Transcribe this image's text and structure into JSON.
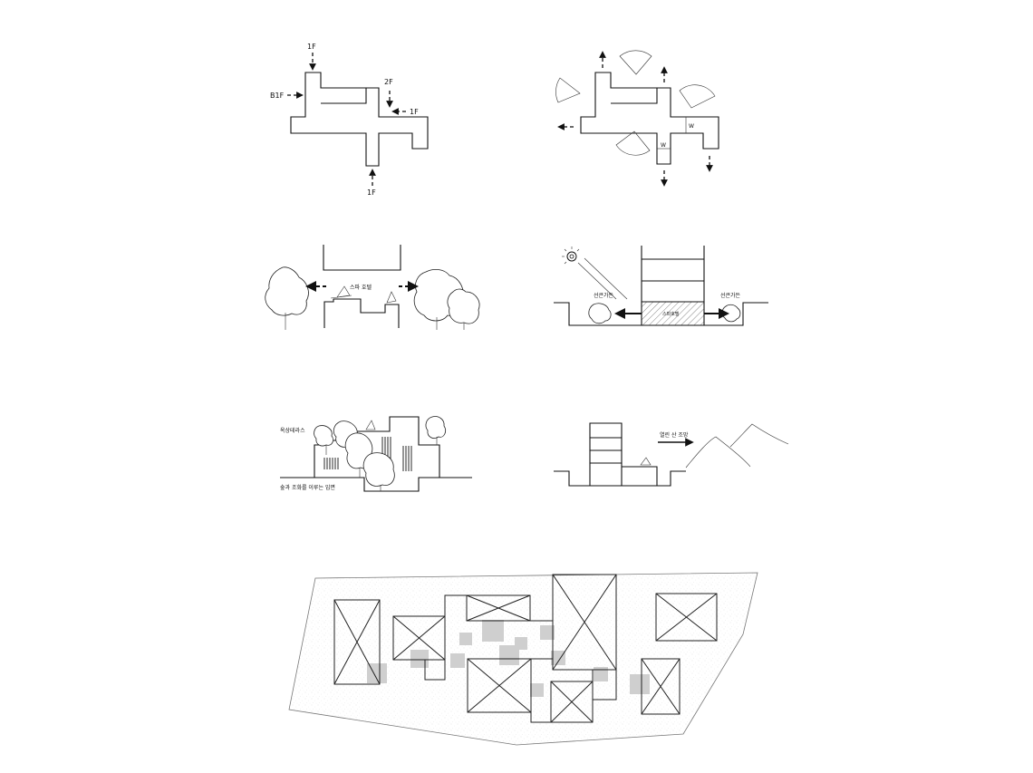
{
  "diagram1": {
    "labels": {
      "top": "1F",
      "left": "B1F",
      "second": "2F",
      "right": "1F",
      "bottom": "1F"
    }
  },
  "diagram2": {
    "labels": {
      "w1": "W",
      "w2": "W"
    }
  },
  "diagram3": {
    "label": "스파 호텔"
  },
  "diagram4": {
    "left_label": "선큰가든",
    "right_label": "선큰가든",
    "center_label": "스파호텔"
  },
  "diagram5": {
    "top_label": "옥상테라스",
    "bottom_label": "숲과 조화를 이루는 입면"
  },
  "diagram6": {
    "label": "열린 산 조망"
  }
}
